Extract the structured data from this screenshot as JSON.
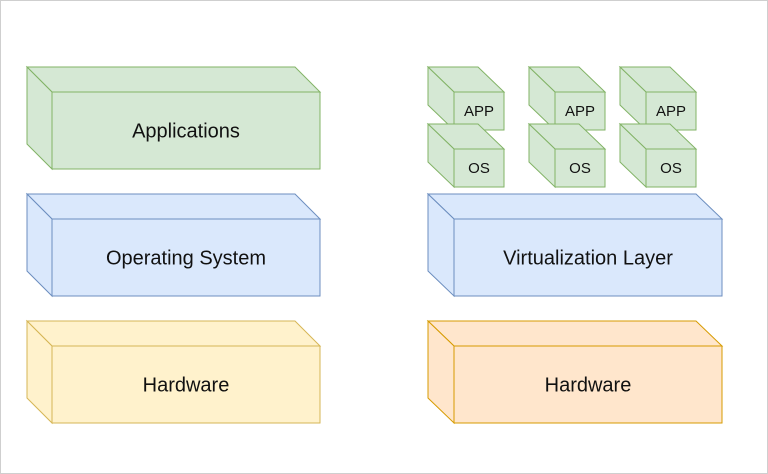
{
  "diagram": {
    "left_stack": {
      "name": "traditional-architecture",
      "layers": [
        {
          "id": "applications",
          "label": "Applications",
          "fill": "#d5e8d4",
          "stroke": "#82b366"
        },
        {
          "id": "operating-system",
          "label": "Operating System",
          "fill": "#dae8fc",
          "stroke": "#6c8ebf"
        },
        {
          "id": "hardware",
          "label": "Hardware",
          "fill": "#fff2cc",
          "stroke": "#d6b656"
        }
      ]
    },
    "right_stack": {
      "name": "virtualized-architecture",
      "vms": [
        {
          "app_label": "APP",
          "os_label": "OS"
        },
        {
          "app_label": "APP",
          "os_label": "OS"
        },
        {
          "app_label": "APP",
          "os_label": "OS"
        }
      ],
      "vm_colors": {
        "fill": "#d5e8d4",
        "stroke": "#82b366"
      },
      "layers": [
        {
          "id": "virtualization-layer",
          "label": "Virtualization Layer",
          "fill": "#dae8fc",
          "stroke": "#6c8ebf"
        },
        {
          "id": "hardware",
          "label": "Hardware",
          "fill": "#ffe6cc",
          "stroke": "#d79b00"
        }
      ]
    }
  }
}
